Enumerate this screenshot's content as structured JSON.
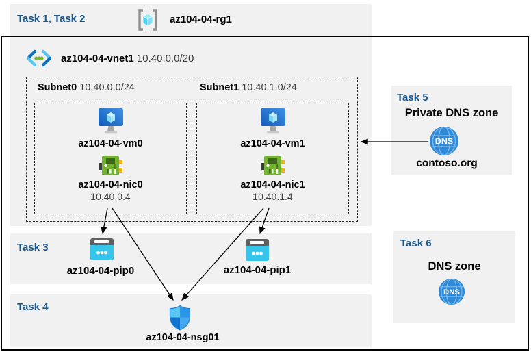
{
  "top_band": {
    "task_label": "Task 1, Task 2",
    "rg_name": "az104-04-rg1"
  },
  "vnet": {
    "name": "az104-04-vnet1",
    "cidr": "10.40.0.0/20",
    "subnets": [
      {
        "name": "Subnet0",
        "cidr": "10.40.0.0/24",
        "vm": "az104-04-vm0",
        "nic": "az104-04-nic0",
        "ip": "10.40.0.4"
      },
      {
        "name": "Subnet1",
        "cidr": "10.40.1.0/24",
        "vm": "az104-04-vm1",
        "nic": "az104-04-nic1",
        "ip": "10.40.1.4"
      }
    ]
  },
  "task3": {
    "label": "Task 3",
    "pip0": "az104-04-pip0",
    "pip1": "az104-04-pip1"
  },
  "task4": {
    "label": "Task 4",
    "nsg": "az104-04-nsg01"
  },
  "task5": {
    "label": "Task 5",
    "title": "Private DNS zone",
    "zone": "contoso.org",
    "icon_text": "DNS"
  },
  "task6": {
    "label": "Task 6",
    "title": "DNS zone",
    "icon_text": "DNS"
  },
  "icons": {
    "resource-group-icon": "gray brackets with cyan cube",
    "vnet-icon": "blue chevrons with green dots",
    "vm-icon": "blue monitor with cube",
    "nic-icon": "green network card with yellow tabs",
    "public-ip-icon": "cyan browser window with dots",
    "nsg-icon": "quartered blue shield",
    "dns-icon": "blue globe with DNS text"
  },
  "colors": {
    "band_bg": "#f1f1f1",
    "task_label": "#19588f",
    "frame_border": "#000000",
    "arrow": "#000000",
    "name_text": "#000000",
    "secondary_text": "#3f3f3f"
  }
}
